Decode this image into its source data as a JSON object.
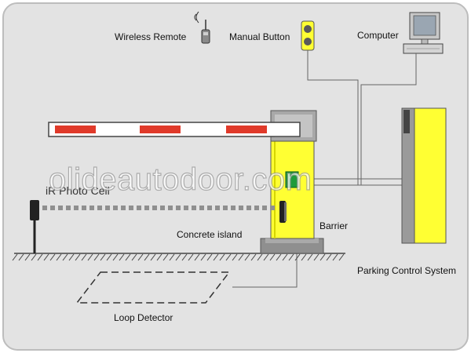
{
  "labels": {
    "wireless_remote": "Wireless Remote",
    "manual_button": "Manual Button",
    "computer": "Computer",
    "ir_photo_cell": "iR Photo Ceil",
    "concrete_island": "Concrete island",
    "barrier": "Barrier",
    "parking_control_system": "Parking Control System",
    "loop_detector": "Loop Detector"
  },
  "watermark": "olideautodoor.com",
  "colors": {
    "background": "#e3e3e3",
    "cabinet_yellow": "#ffff33",
    "arm_stripe": "#e03a2a",
    "control_box": "#1f9b3a",
    "ground": "#555555"
  },
  "icons": [
    "wireless-remote-icon",
    "manual-button-icon",
    "computer-icon"
  ]
}
